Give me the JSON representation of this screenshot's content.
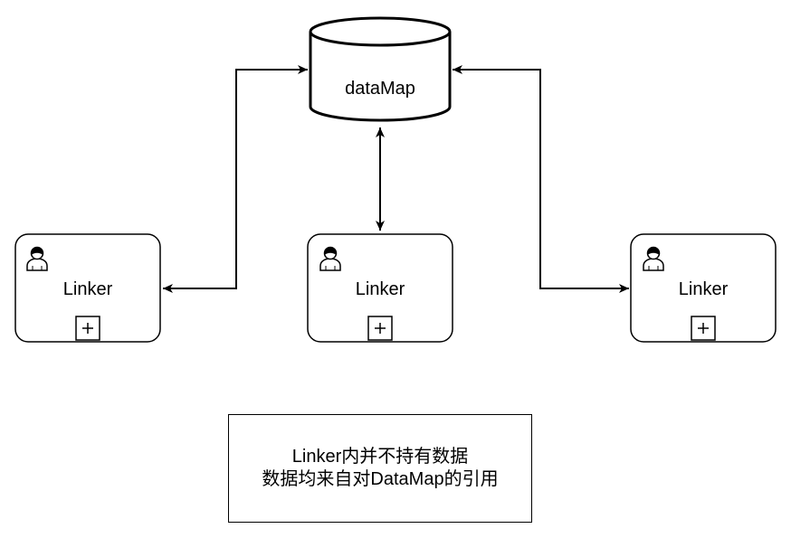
{
  "datastore": {
    "label": "dataMap"
  },
  "linkers": [
    {
      "label": "Linker",
      "expand_icon": "plus-icon",
      "actor_icon": "user-icon"
    },
    {
      "label": "Linker",
      "expand_icon": "plus-icon",
      "actor_icon": "user-icon"
    },
    {
      "label": "Linker",
      "expand_icon": "plus-icon",
      "actor_icon": "user-icon"
    }
  ],
  "note": {
    "line1": "Linker内并不持有数据",
    "line2": "数据均来自对DataMap的引用"
  },
  "connectors": [
    {
      "from": "linker-left",
      "to": "datamap",
      "direction": "bidirectional"
    },
    {
      "from": "linker-center",
      "to": "datamap",
      "direction": "bidirectional"
    },
    {
      "from": "linker-right",
      "to": "datamap",
      "direction": "bidirectional"
    }
  ],
  "colors": {
    "stroke": "#000000",
    "fill": "#ffffff"
  }
}
